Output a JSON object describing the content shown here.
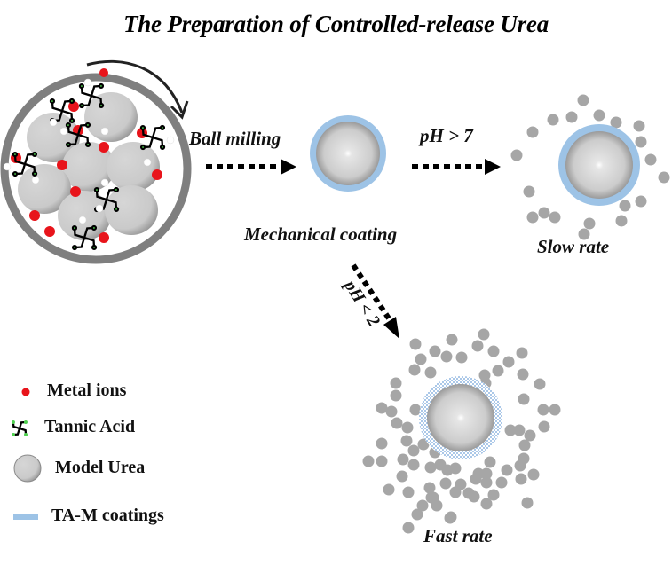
{
  "title": "The Preparation of Controlled-release Urea",
  "steps": {
    "ball_milling": "Ball milling",
    "mechanical_coating": "Mechanical coating",
    "ph_high": "pH > 7",
    "ph_low": "pH < 2",
    "slow_rate": "Slow rate",
    "fast_rate": "Fast rate"
  },
  "legend": {
    "metal_ions": "Metal ions",
    "tannic_acid": "Tannic Acid",
    "model_urea": "Model Urea",
    "coatings": "TA-M coatings"
  },
  "colors": {
    "metal_ion": "#e8141b",
    "coating": "#9dc3e6",
    "urea": "#cfcfcf",
    "particle": "#a6a6a6",
    "drum": "#7f7f7f",
    "tannic_green": "#4fd04f"
  }
}
